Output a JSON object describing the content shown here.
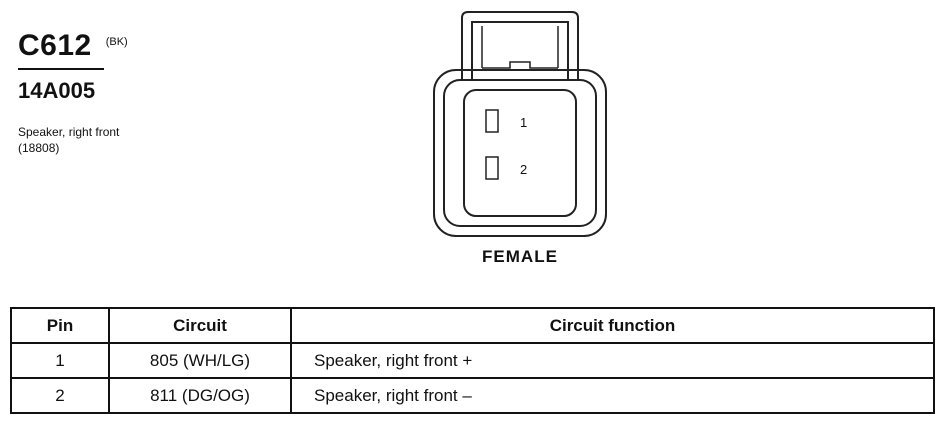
{
  "connector": {
    "id": "C612",
    "color": "(BK)",
    "part_number": "14A005",
    "description_line1": "Speaker, right front",
    "description_line2": "(18808)",
    "gender": "FEMALE",
    "pin_labels": [
      "1",
      "2"
    ]
  },
  "table": {
    "headers": {
      "pin": "Pin",
      "circuit": "Circuit",
      "function": "Circuit function"
    },
    "rows": [
      {
        "pin": "1",
        "circuit": "805 (WH/LG)",
        "function": "Speaker, right front  +"
      },
      {
        "pin": "2",
        "circuit": "811 (DG/OG)",
        "function": "Speaker, right front  –"
      }
    ]
  }
}
